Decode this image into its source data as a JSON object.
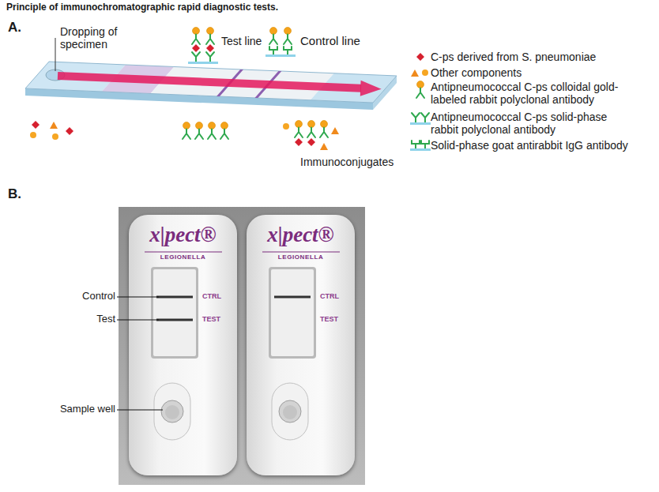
{
  "diagram": {
    "title": "Principle of immunochromatographic rapid diagnostic tests.",
    "nodes": [
      {
        "text": [
          "x|pect®",
          "LEGIONELLA",
          "CTRL",
          "TEST"
        ]
      },
      {
        "text": [
          "x|pect®",
          "LEGIONELLA",
          "CTRL",
          "TEST"
        ]
      }
    ],
    "labels": [
      "A.",
      "Dropping of specimen",
      "Test line",
      "Control line",
      "Immunoconjugates",
      "B.",
      "Control",
      "Test",
      "Sample well"
    ],
    "legend": [
      {
        "text": "C-ps derived from S. pneumoniae"
      },
      {
        "text": "Other components"
      },
      {
        "text": "Antipneumococcal C-ps colloidal gold-labeled rabbit polyclonal antibody"
      },
      {
        "text": "Antipneumococcal C-ps solid-phase rabbit polyclonal antibody"
      },
      {
        "text": "Solid-phase goat antirabbit IgG antibody"
      }
    ]
  }
}
